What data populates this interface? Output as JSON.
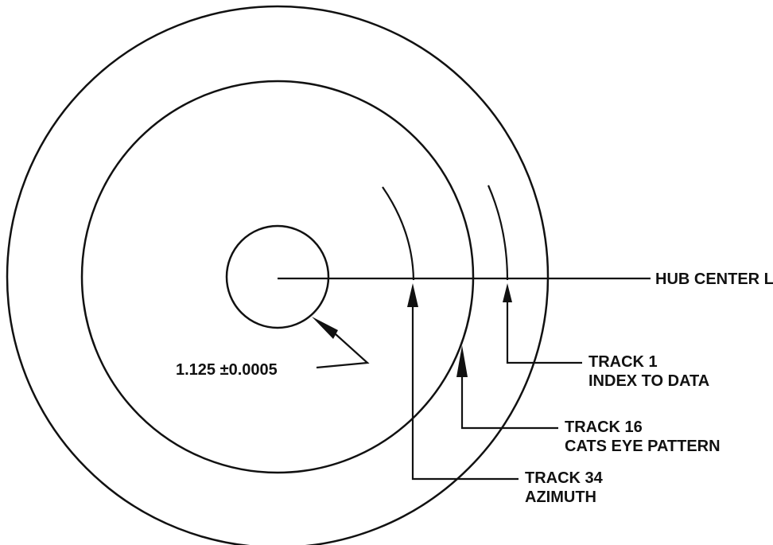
{
  "labels": {
    "hub_center_line": "HUB CENTER LINE",
    "hub_dimension": "1.125 ±0.0005",
    "track1_title": "TRACK 1",
    "track1_desc": "INDEX TO DATA",
    "track16_title": "TRACK 16",
    "track16_desc": "CATS EYE PATTERN",
    "track34_title": "TRACK 34",
    "track34_desc": "AZIMUTH"
  },
  "colors": {
    "ink": "#111111",
    "background": "#ffffff"
  }
}
